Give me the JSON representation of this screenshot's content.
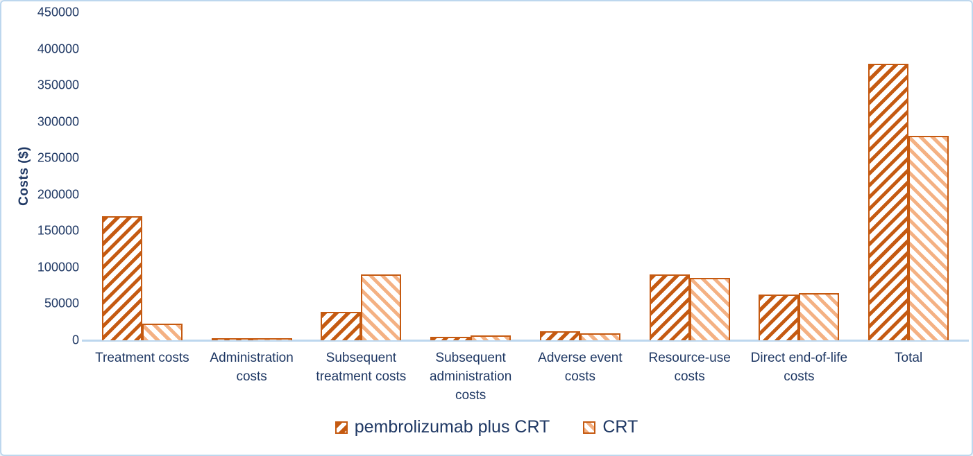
{
  "chart_data": {
    "type": "bar",
    "title": "",
    "xlabel": "",
    "ylabel": "Costs ($)",
    "ylim": [
      0,
      450000
    ],
    "ytick_step": 50000,
    "yticks": [
      0,
      50000,
      100000,
      150000,
      200000,
      250000,
      300000,
      350000,
      400000,
      450000
    ],
    "grid": false,
    "legend_position": "bottom",
    "categories": [
      "Treatment costs",
      "Administration costs",
      "Subsequent treatment costs",
      "Subsequent administration costs",
      "Adverse event costs",
      "Resource-use costs",
      "Direct end-of-life costs",
      "Total"
    ],
    "series": [
      {
        "name": "pembrolizumab plus CRT",
        "values": [
          170000,
          2000,
          39000,
          5000,
          12000,
          90000,
          63000,
          380000
        ],
        "fill_color": "#C55A11",
        "hatch": "forward-diagonal",
        "border_color": "#C55A11"
      },
      {
        "name": "CRT",
        "values": [
          23000,
          2000,
          90000,
          7000,
          10000,
          86000,
          65000,
          281000
        ],
        "fill_color": "#F4B183",
        "hatch": "backward-diagonal",
        "border_color": "#C55A11"
      }
    ]
  },
  "colors": {
    "text": "#1F3864",
    "axis_line": "#BDD7EE",
    "frame_border": "#BDD7EE",
    "background": "#FFFFFF",
    "series1_hatch": "#C55A11",
    "series2_hatch": "#F4B183",
    "bar_border": "#C55A11"
  }
}
